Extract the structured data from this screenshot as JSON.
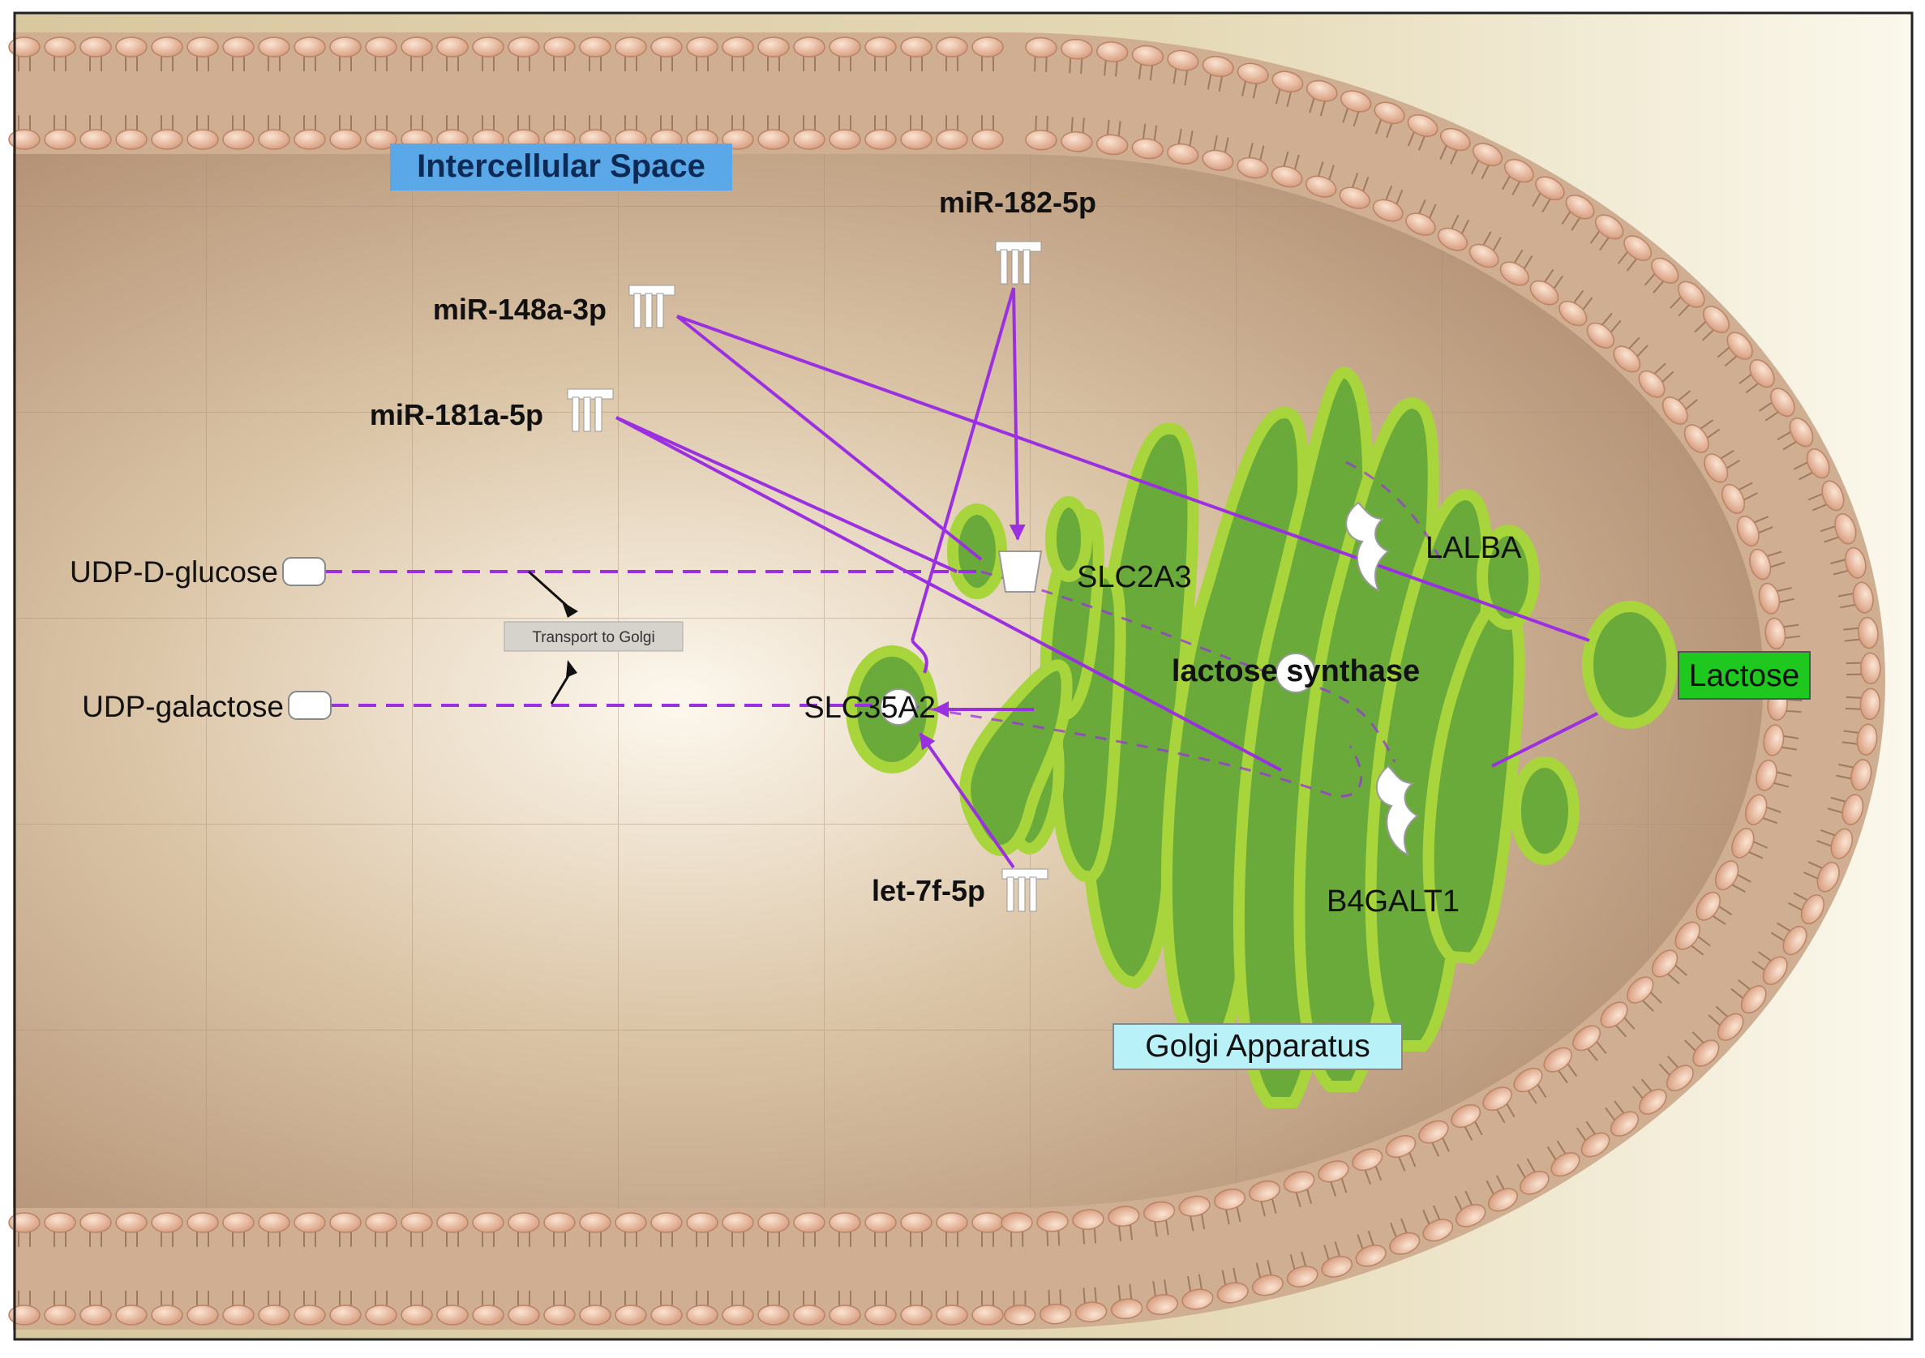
{
  "compartments": {
    "intercellular_space": "Intercellular Space",
    "golgi_apparatus": "Golgi Apparatus"
  },
  "mirnas": {
    "mir_182_5p": "miR-182-5p",
    "mir_148a_3p": "miR-148a-3p",
    "mir_181a_5p": "miR-181a-5p",
    "let_7f_5p": "let-7f-5p"
  },
  "genes": {
    "slc2a3": "SLC2A3",
    "slc35a2": "SLC35A2",
    "lalba": "LALBA",
    "b4galt1": "B4GALT1"
  },
  "metabolites": {
    "udp_d_glucose": "UDP-D-glucose",
    "udp_galactose": "UDP-galactose",
    "lactose": "Lactose"
  },
  "complex": {
    "lactose_synthase": "lactose synthase"
  },
  "process": {
    "transport_to_golgi": "Transport to Golgi"
  },
  "colors": {
    "membrane_bead": "#e8b898",
    "cytoplasm": "#c8a98a",
    "golgi_fill": "#6aaa3a",
    "golgi_rim": "#a8d43c",
    "edge_purple": "#9b30e0",
    "label_blue": "#5aa8e8",
    "label_cyan": "#b8f2f8",
    "label_green": "#1ec81e"
  }
}
